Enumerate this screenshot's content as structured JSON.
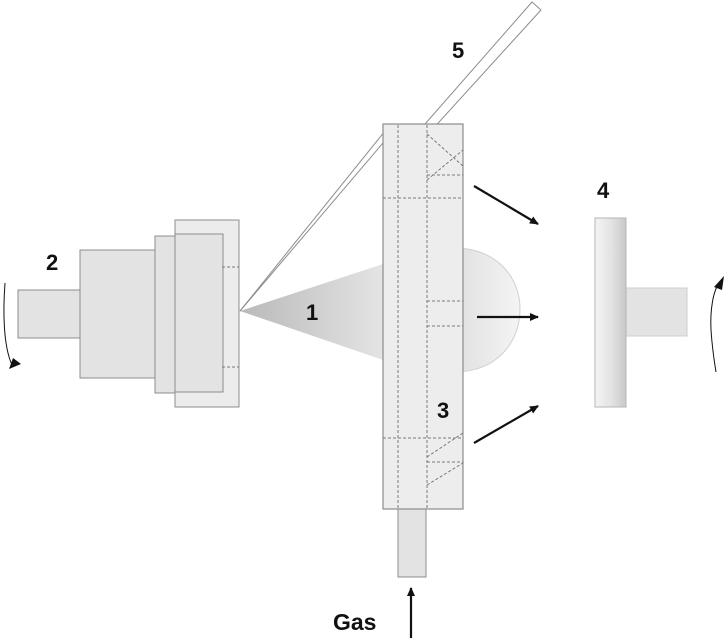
{
  "labels": {
    "plasma_region": "1",
    "rotating_head": "2",
    "gas_chamber": "3",
    "substrate_holder": "4",
    "feed_rod": "5",
    "gas_inlet": "Gas"
  },
  "colors": {
    "body_fill": "#e3e3e3",
    "chamber_fill": "#ededed",
    "outline": "#8c8c8c",
    "dashed": "#7a7a7a",
    "arrow": "#111111",
    "cone_dark": "#b9b9b9",
    "cone_light": "#e4e4e4"
  }
}
